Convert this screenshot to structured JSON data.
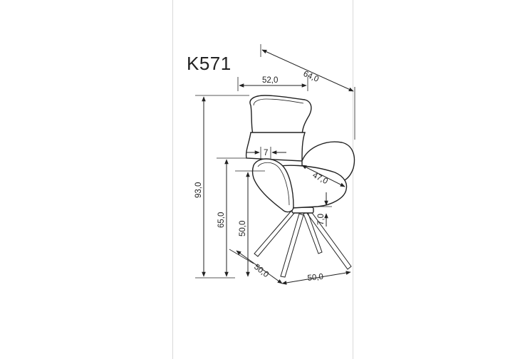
{
  "product": {
    "model_code": "K571"
  },
  "dimensions": {
    "overall_depth": "64,0",
    "seat_width": "52,0",
    "armrest_offset": "7",
    "seat_depth": "47,0",
    "total_height": "93,0",
    "armrest_height": "65,0",
    "seat_height": "50,0",
    "seat_thickness": "7,0",
    "base_depth": "50,0",
    "base_width": "50,0"
  },
  "colors": {
    "line": "#222222",
    "background": "#ffffff"
  }
}
